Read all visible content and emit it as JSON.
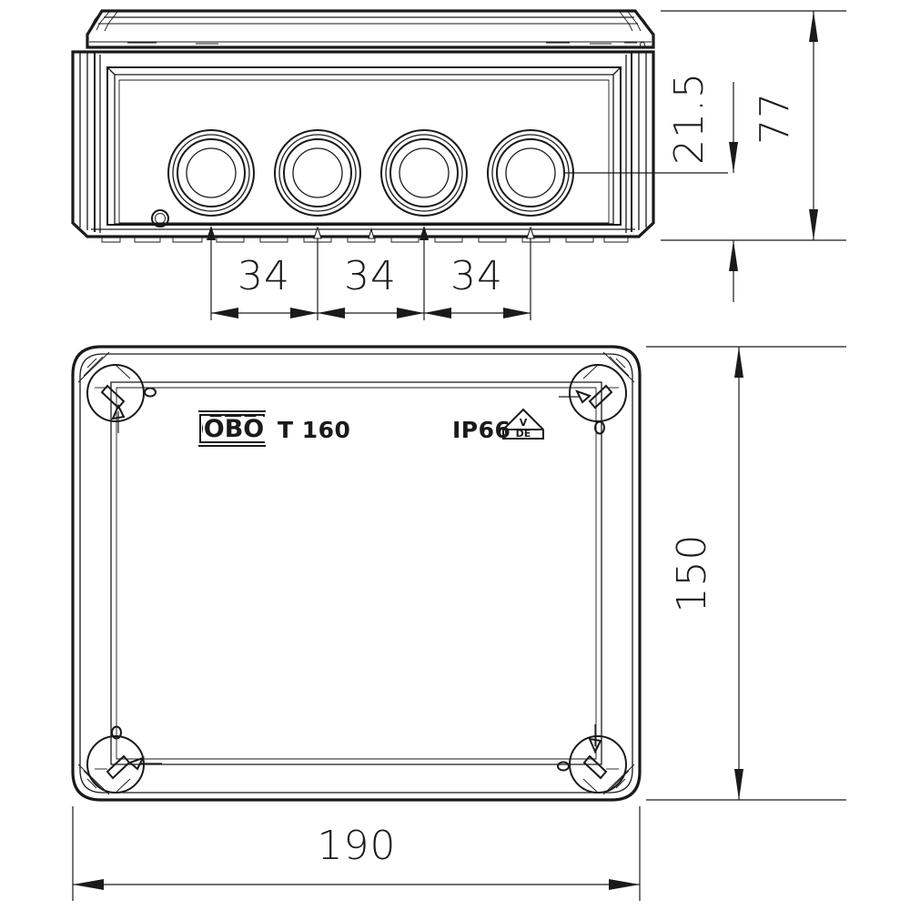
{
  "drawing": {
    "kind": "technical-drawing",
    "subject": "OBO T 160 junction box",
    "background_color": "#ffffff",
    "line_color": "#1a1a1a",
    "units": "mm"
  },
  "views": {
    "side": {
      "name": "side-elevation-view",
      "cable_glands_count": 4,
      "gland_rings_per_gland": 4,
      "drain_hole": "small-circle"
    },
    "plan": {
      "name": "plan-top-view",
      "corner_screws_count": 4
    }
  },
  "markings": {
    "brand_logo": "OBO",
    "type_label": "T 160",
    "protection_rating": "IP66",
    "approval_mark_top": "V",
    "approval_mark_bottom": "DE"
  },
  "dimensions": {
    "gland_pitch_1": "34",
    "gland_pitch_2": "34",
    "gland_pitch_3": "34",
    "gland_center_height": "21.5",
    "box_height": "77",
    "box_depth": "150",
    "box_width": "190"
  }
}
